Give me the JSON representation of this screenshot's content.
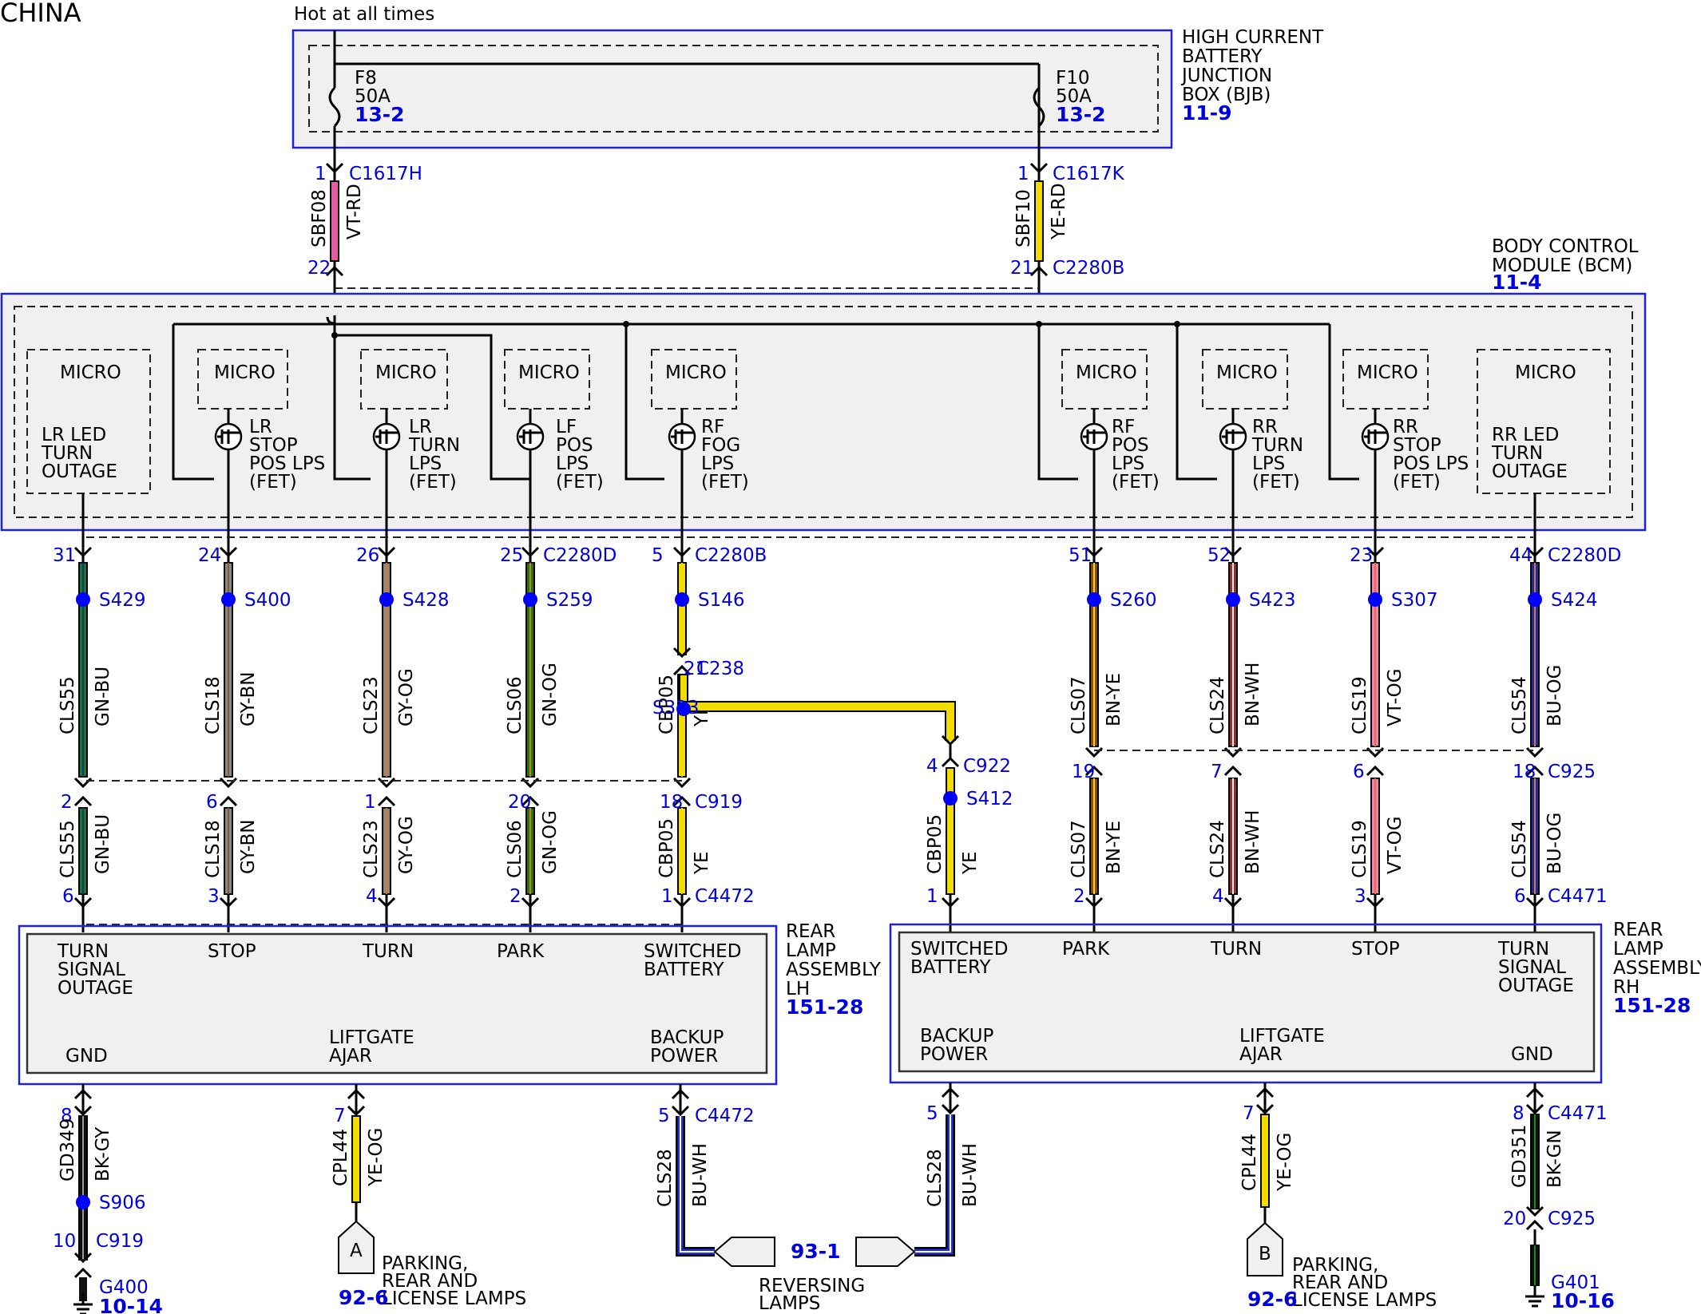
{
  "header": {
    "region": "CHINA",
    "hot_label": "Hot at all times"
  },
  "bjb": {
    "title": [
      "HIGH CURRENT",
      "BATTERY",
      "JUNCTION",
      "BOX (BJB)"
    ],
    "ref": "11-9",
    "fuses": [
      {
        "name": "F8",
        "rating": "50A",
        "ref": "13-2"
      },
      {
        "name": "F10",
        "rating": "50A",
        "ref": "13-2"
      }
    ]
  },
  "bcm": {
    "title": [
      "BODY CONTROL",
      "MODULE (BCM)"
    ],
    "ref": "11-4",
    "micro_label": "MICRO",
    "blocks": [
      {
        "id": "lr-led",
        "lines": [
          "LR LED",
          "TURN",
          "OUTAGE"
        ]
      },
      {
        "id": "lr-stop",
        "lines": [
          "LR",
          "STOP",
          "POS LPS",
          "(FET)"
        ]
      },
      {
        "id": "lr-turn",
        "lines": [
          "LR",
          "TURN",
          "LPS",
          "(FET)"
        ]
      },
      {
        "id": "lf-pos",
        "lines": [
          "LF",
          "POS",
          "LPS",
          "(FET)"
        ]
      },
      {
        "id": "rf-fog",
        "lines": [
          "RF",
          "FOG",
          "LPS",
          "(FET)"
        ]
      },
      {
        "id": "rf-pos",
        "lines": [
          "RF",
          "POS",
          "LPS",
          "(FET)"
        ]
      },
      {
        "id": "rr-turn",
        "lines": [
          "RR",
          "TURN",
          "LPS",
          "(FET)"
        ]
      },
      {
        "id": "rr-stop",
        "lines": [
          "RR",
          "STOP",
          "POS LPS",
          "(FET)"
        ]
      },
      {
        "id": "rr-led",
        "lines": [
          "RR LED",
          "TURN",
          "OUTAGE"
        ]
      }
    ]
  },
  "feed_wires": [
    {
      "pin_top": "1",
      "conn_top": "C1617H",
      "circuit": "SBF08",
      "color": "VT-RD",
      "pin_bottom": "22",
      "conn_bottom": ""
    },
    {
      "pin_top": "1",
      "conn_top": "C1617K",
      "circuit": "SBF10",
      "color": "YE-RD",
      "pin_bottom": "21",
      "conn_bottom": "C2280B"
    }
  ],
  "output_wires": [
    {
      "pin": "31",
      "conn": "",
      "splice": "S429",
      "circuit": "CLS55",
      "color": "GN-BU",
      "pin2": "2",
      "conn2": "",
      "pin3": "6",
      "conn3": ""
    },
    {
      "pin": "24",
      "conn": "",
      "splice": "S400",
      "circuit": "CLS18",
      "color": "GY-BN",
      "pin2": "6",
      "conn2": "",
      "pin3": "3",
      "conn3": ""
    },
    {
      "pin": "26",
      "conn": "",
      "splice": "S428",
      "circuit": "CLS23",
      "color": "GY-OG",
      "pin2": "1",
      "conn2": "",
      "pin3": "4",
      "conn3": ""
    },
    {
      "pin": "25",
      "conn": "C2280D",
      "splice": "S259",
      "circuit": "CLS06",
      "color": "GN-OG",
      "pin2": "20",
      "conn2": "",
      "pin3": "2",
      "conn3": ""
    },
    {
      "pin": "5",
      "conn": "C2280B",
      "splice": "S146",
      "circuit": "CBP05",
      "color": "YE",
      "pin2": "18",
      "conn2": "C919",
      "pin3": "1",
      "conn3": "C4472"
    },
    {
      "pin": "51",
      "conn": "",
      "splice": "S260",
      "circuit": "CLS07",
      "color": "BN-YE",
      "pin2": "19",
      "conn2": "",
      "pin3": "2",
      "conn3": ""
    },
    {
      "pin": "52",
      "conn": "",
      "splice": "S423",
      "circuit": "CLS24",
      "color": "BN-WH",
      "pin2": "7",
      "conn2": "",
      "pin3": "4",
      "conn3": ""
    },
    {
      "pin": "23",
      "conn": "",
      "splice": "S307",
      "circuit": "CLS19",
      "color": "VT-OG",
      "pin2": "6",
      "conn2": "",
      "pin3": "3",
      "conn3": ""
    },
    {
      "pin": "44",
      "conn": "C2280D",
      "splice": "S424",
      "circuit": "CLS54",
      "color": "BU-OG",
      "pin2": "18",
      "conn2": "C925",
      "pin3": "6",
      "conn3": "C4471"
    }
  ],
  "inline": {
    "c238": {
      "pin": "21",
      "conn": "C238"
    },
    "s323": "S323",
    "c922": {
      "pin": "4",
      "conn": "C922"
    },
    "s412": "S412",
    "rh_feed": {
      "circuit": "CBP05",
      "color": "YE",
      "pin": "1"
    }
  },
  "rear_lh": {
    "title": [
      "REAR",
      "LAMP",
      "ASSEMBLY",
      "LH"
    ],
    "ref": "151-28",
    "top_pins": [
      [
        "TURN",
        "SIGNAL",
        "OUTAGE"
      ],
      [
        "STOP"
      ],
      [
        "TURN"
      ],
      [
        "PARK"
      ],
      [
        "SWITCHED",
        "BATTERY"
      ]
    ],
    "bottom_pins": [
      [
        "GND"
      ],
      [
        "LIFTGATE",
        "AJAR"
      ],
      [
        "BACKUP",
        "POWER"
      ]
    ]
  },
  "rear_rh": {
    "title": [
      "REAR",
      "LAMP",
      "ASSEMBLY",
      "RH"
    ],
    "ref": "151-28",
    "top_pins": [
      [
        "SWITCHED",
        "BATTERY"
      ],
      [
        "PARK"
      ],
      [
        "TURN"
      ],
      [
        "STOP"
      ],
      [
        "TURN",
        "SIGNAL",
        "OUTAGE"
      ]
    ],
    "bottom_pins": [
      [
        "BACKUP",
        "POWER"
      ],
      [
        "LIFTGATE",
        "AJAR"
      ],
      [
        "GND"
      ]
    ]
  },
  "bottom": {
    "lh_gnd": {
      "pin": "8",
      "circuit": "GD349",
      "color": "BK-GY",
      "splice": "S906",
      "pin2": "10",
      "conn2": "C919",
      "ground": "G400",
      "ref": "10-14"
    },
    "lh_liftgate": {
      "pin": "7",
      "circuit": "CPL44",
      "color": "YE-OG",
      "off_page": "A",
      "desc": [
        "PARKING,",
        "REAR AND",
        "LICENSE LAMPS"
      ],
      "ref": "92-6"
    },
    "lh_backup": {
      "pin": "5",
      "conn": "C4472",
      "circuit": "CLS28",
      "color": "BU-WH"
    },
    "rh_backup": {
      "pin": "5",
      "circuit": "CLS28",
      "color": "BU-WH"
    },
    "reversing": {
      "ref": "93-1",
      "desc": [
        "REVERSING",
        "LAMPS"
      ]
    },
    "rh_liftgate": {
      "pin": "7",
      "circuit": "CPL44",
      "color": "YE-OG",
      "off_page": "B",
      "desc": [
        "PARKING,",
        "REAR AND",
        "LICENSE LAMPS"
      ],
      "ref": "92-6"
    },
    "rh_gnd": {
      "pin": "8",
      "conn": "C4471",
      "circuit": "GD351",
      "color": "BK-GN",
      "pin2": "20",
      "conn2": "C925",
      "ground": "G401",
      "ref": "10-16"
    }
  }
}
